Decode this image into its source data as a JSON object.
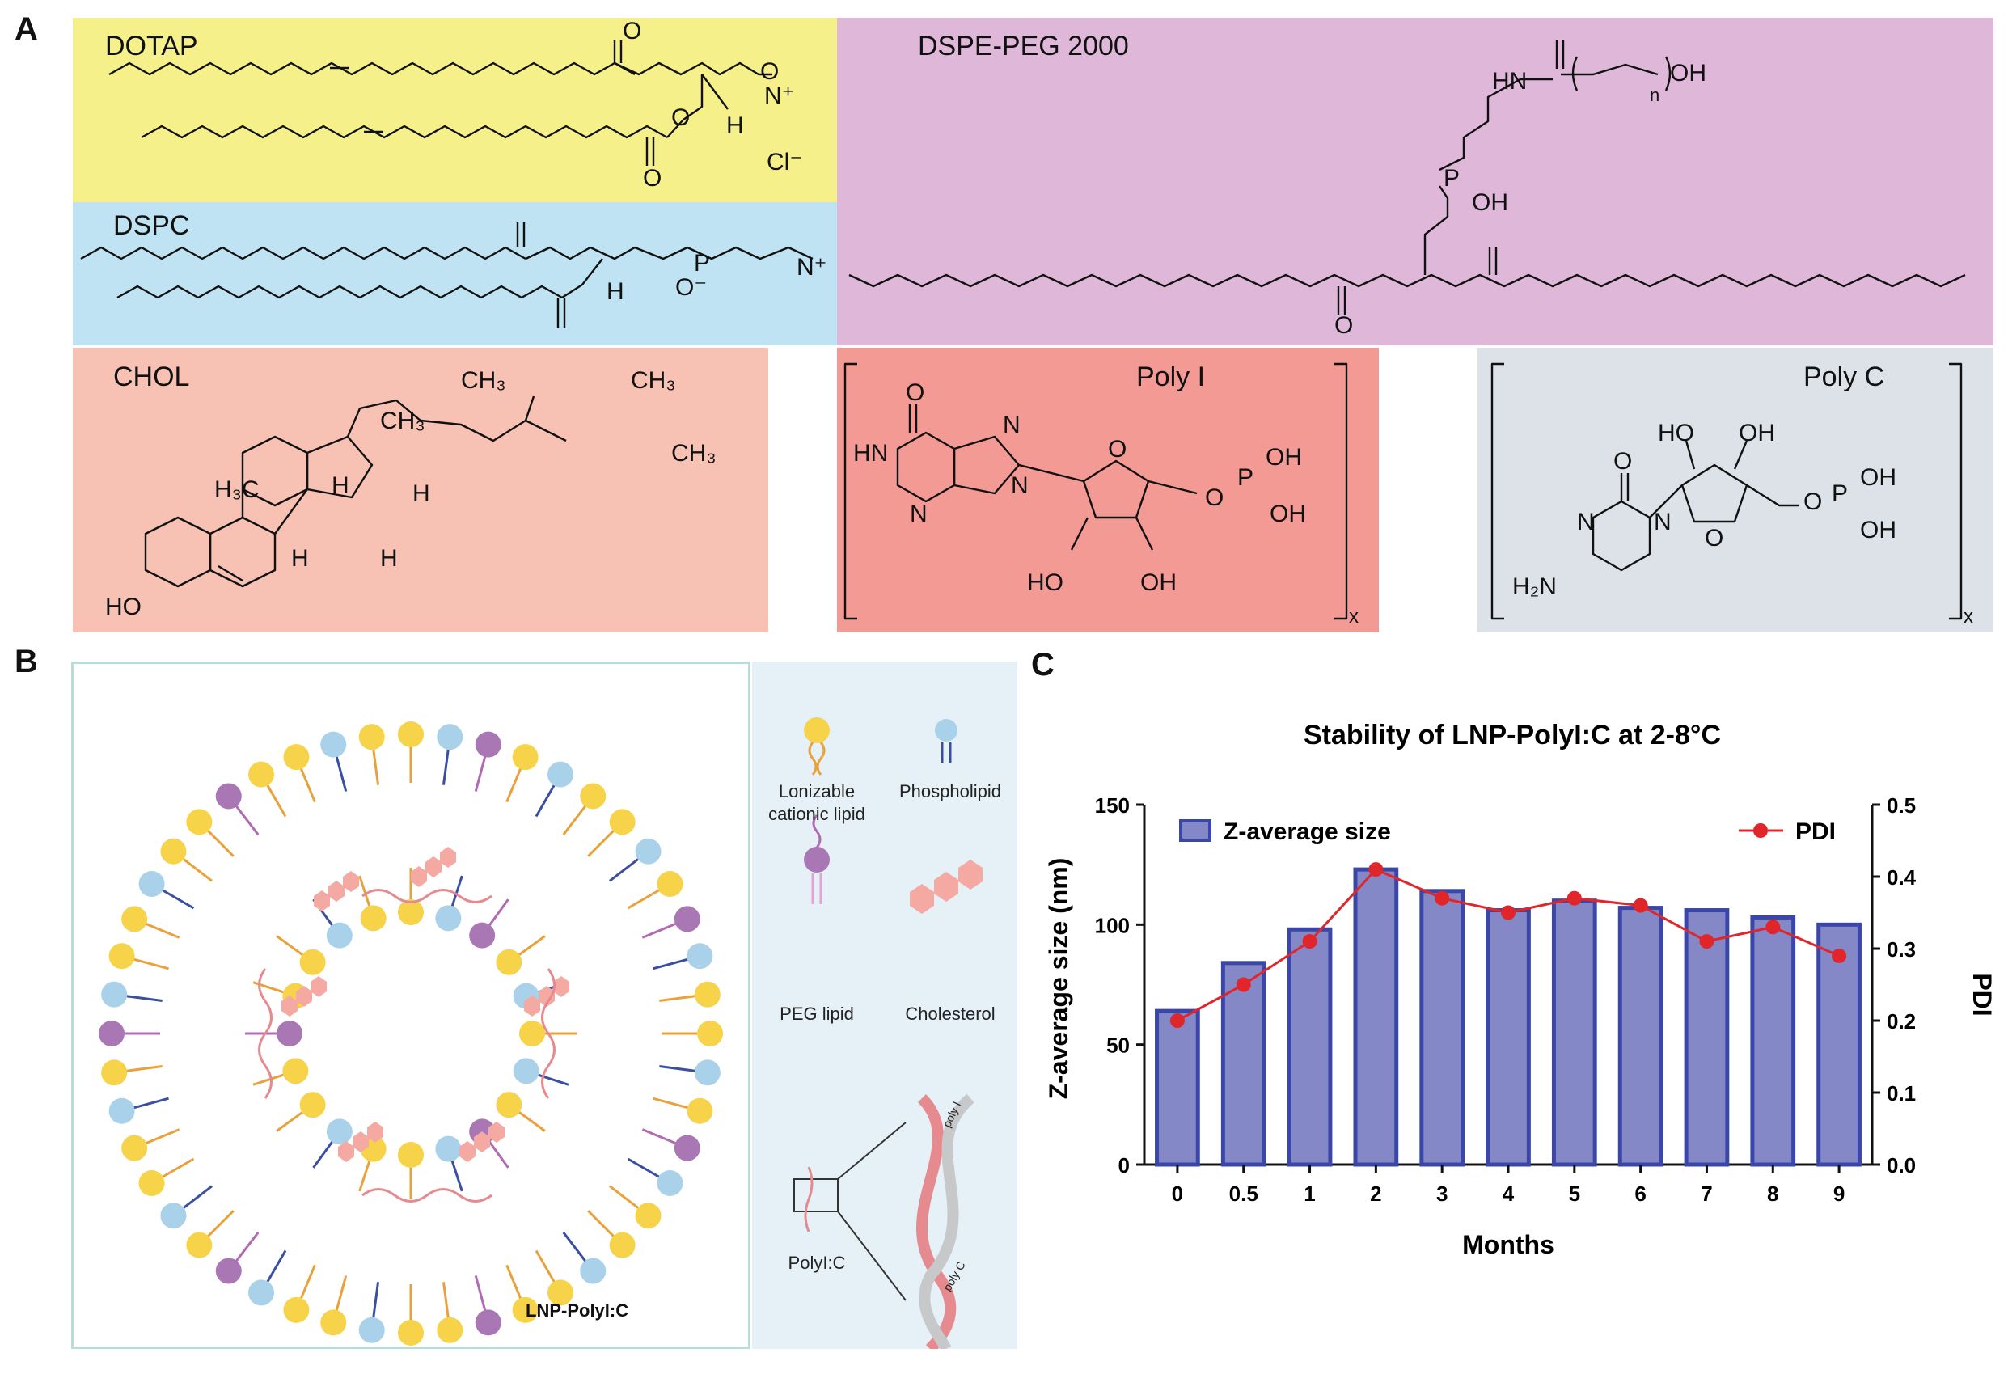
{
  "panel_a": {
    "letter": "A",
    "molecules": {
      "dotap": {
        "label": "DOTAP",
        "color": "#f5f08a"
      },
      "dspe_peg": {
        "label": "DSPE-PEG 2000",
        "color": "#dfb8d9"
      },
      "dspc": {
        "label": "DSPC",
        "color": "#bfe3f2"
      },
      "chol": {
        "label": "CHOL",
        "color": "#f7c2b3"
      },
      "poly_i": {
        "label": "Poly I",
        "color": "#f39a94"
      },
      "poly_c": {
        "label": "Poly C",
        "color": "#dde2e8"
      }
    },
    "atom_labels": {
      "o": "O",
      "h": "H",
      "cl": "Cl⁻",
      "n_plus": "N⁺",
      "hn": "HN",
      "oh": "OH",
      "n_sub": "n",
      "p": "P",
      "o_minus": "O⁻",
      "ch3": "CH₃",
      "h3c": "H₃C",
      "ho": "HO",
      "n": "N",
      "x_sub": "x",
      "h2n": "H₂N"
    }
  },
  "panel_b": {
    "letter": "B",
    "lnp_label": "LNP-PolyI:C",
    "legend": {
      "ionizable": "Lonizable\ncationic lipid",
      "phospholipid": "Phospholipid",
      "peg": "PEG lipid",
      "cholesterol": "Cholesterol",
      "polyic": "PolyI:C",
      "poly_i_strand": "poly I",
      "poly_c_strand": "poly C"
    },
    "colors": {
      "ionizable": "#f7d34a",
      "phospholipid": "#a9d2ea",
      "peg": "#a877b4",
      "cholesterol": "#f4a9a3",
      "tail": "#e9a23b",
      "phospho_tail": "#3a4fa0",
      "peg_tail": "#b06bb3",
      "legend_bg": "#e6f0f7",
      "frame": "#b9dcd7"
    }
  },
  "panel_c": {
    "letter": "C",
    "chart_data": {
      "type": "bar",
      "title": "Stability of LNP-PolyI:C at 2-8°C",
      "xlabel": "Months",
      "ylabel": "Z-average size (nm)",
      "y2label": "PDI",
      "categories": [
        "0",
        "0.5",
        "1",
        "2",
        "3",
        "4",
        "5",
        "6",
        "7",
        "8",
        "9"
      ],
      "ylim": [
        0,
        150
      ],
      "y2lim": [
        0,
        0.5
      ],
      "yticks": [
        "0",
        "50",
        "100",
        "150"
      ],
      "y2ticks": [
        "0.0",
        "0.1",
        "0.2",
        "0.3",
        "0.4",
        "0.5"
      ],
      "series": [
        {
          "name": "Z-average size",
          "type": "bar",
          "axis": "left",
          "color": "#8488c6",
          "edge": "#3a47a8",
          "values": [
            64,
            84,
            98,
            123,
            114,
            106,
            110,
            107,
            106,
            103,
            100
          ]
        },
        {
          "name": "PDI",
          "type": "line",
          "axis": "right",
          "color": "#e0262b",
          "values": [
            0.2,
            0.25,
            0.31,
            0.41,
            0.37,
            0.35,
            0.37,
            0.36,
            0.31,
            0.33,
            0.29
          ]
        }
      ],
      "legend": "top"
    }
  }
}
